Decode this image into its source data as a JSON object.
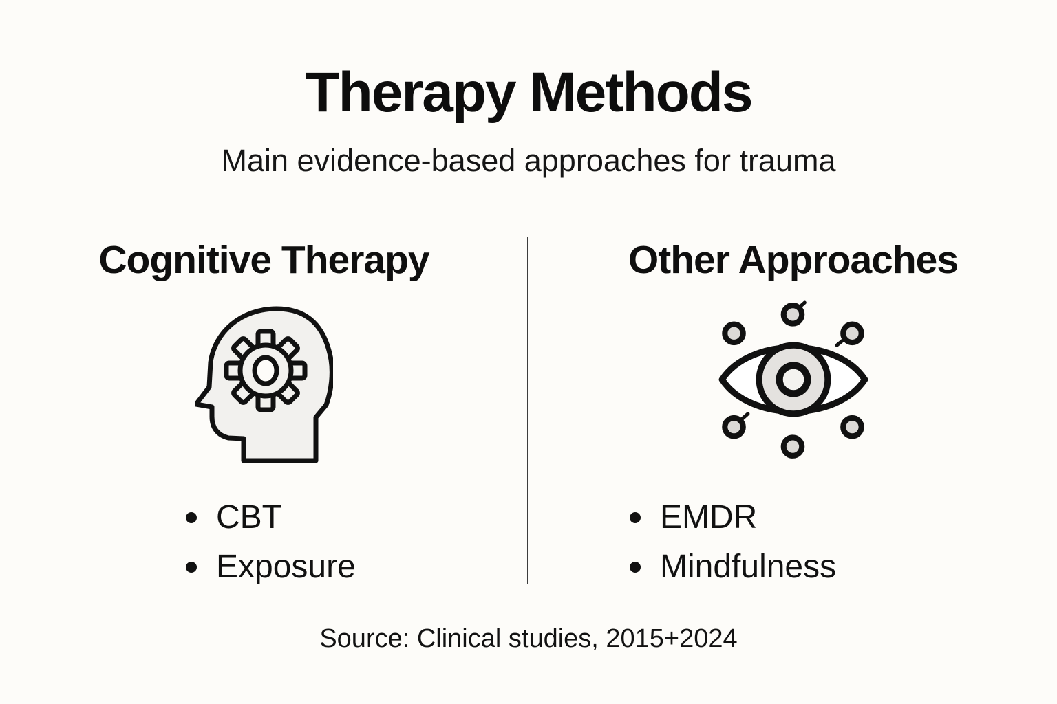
{
  "page": {
    "background": "#fdfcf9",
    "text_color": "#111111"
  },
  "header": {
    "title": "Therapy Methods",
    "subtitle": "Main evidence-based approaches for trauma"
  },
  "columns": [
    {
      "heading": "Cognitive Therapy",
      "icon": "head-gear-icon",
      "items": [
        "CBT",
        "Exposure"
      ]
    },
    {
      "heading": "Other Approaches",
      "icon": "eye-emdr-icon",
      "items": [
        "EMDR",
        "Mindfulness"
      ]
    }
  ],
  "footer": {
    "source": "Source: Clinical studies, 2015+2024"
  },
  "colors": {
    "icon_fill": "#f2f1ee",
    "icon_stroke": "#111111",
    "icon_gray": "#e4e2df",
    "divider": "#3d3d3d"
  }
}
